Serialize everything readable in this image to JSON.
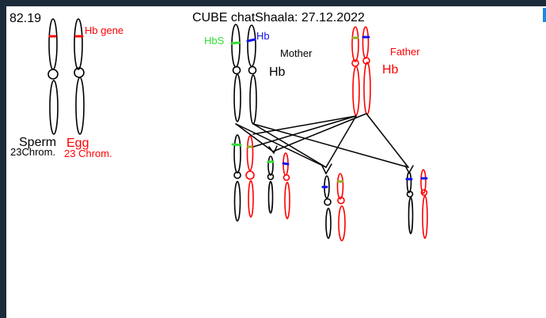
{
  "canvas_id": "82.19",
  "title": "CUBE chatShaala: 27.12.2022",
  "labels": {
    "hb_gene": "Hb gene",
    "sperm": "Sperm",
    "egg": "Egg",
    "sperm_chrom": "23Chrom.",
    "egg_chrom": "23 Chrom.",
    "hbs": "HbS",
    "hb_blue": "Hb",
    "mother": "Mother",
    "mother_hb": "Hb",
    "father": "Father",
    "father_hb": "Hb"
  },
  "colors": {
    "black": "#000000",
    "red": "#ff0000",
    "green": "#33dd33",
    "blue": "#1010ee",
    "olive": "#99aa22"
  }
}
